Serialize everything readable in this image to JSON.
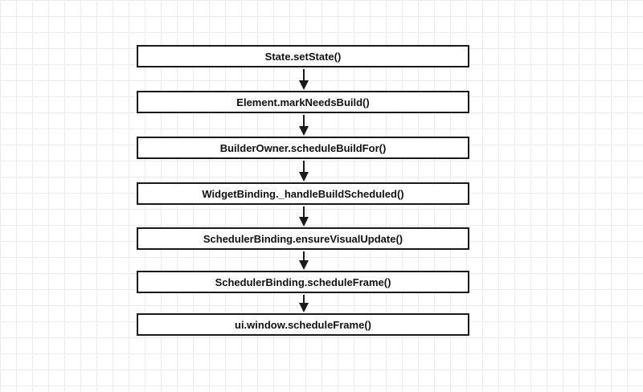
{
  "flow": {
    "nodes": [
      {
        "label": "State.setState()"
      },
      {
        "label": "Element.markNeedsBuild()"
      },
      {
        "label": "BuilderOwner.scheduleBuildFor()"
      },
      {
        "label": "WidgetBinding._handleBuildScheduled()"
      },
      {
        "label": "SchedulerBinding.ensureVisualUpdate()"
      },
      {
        "label": "SchedulerBinding.scheduleFrame()"
      },
      {
        "label": "ui.window.scheduleFrame()"
      }
    ]
  },
  "colors": {
    "stroke": "#1a1a1a",
    "grid": "#ececec",
    "background": "#ffffff"
  }
}
